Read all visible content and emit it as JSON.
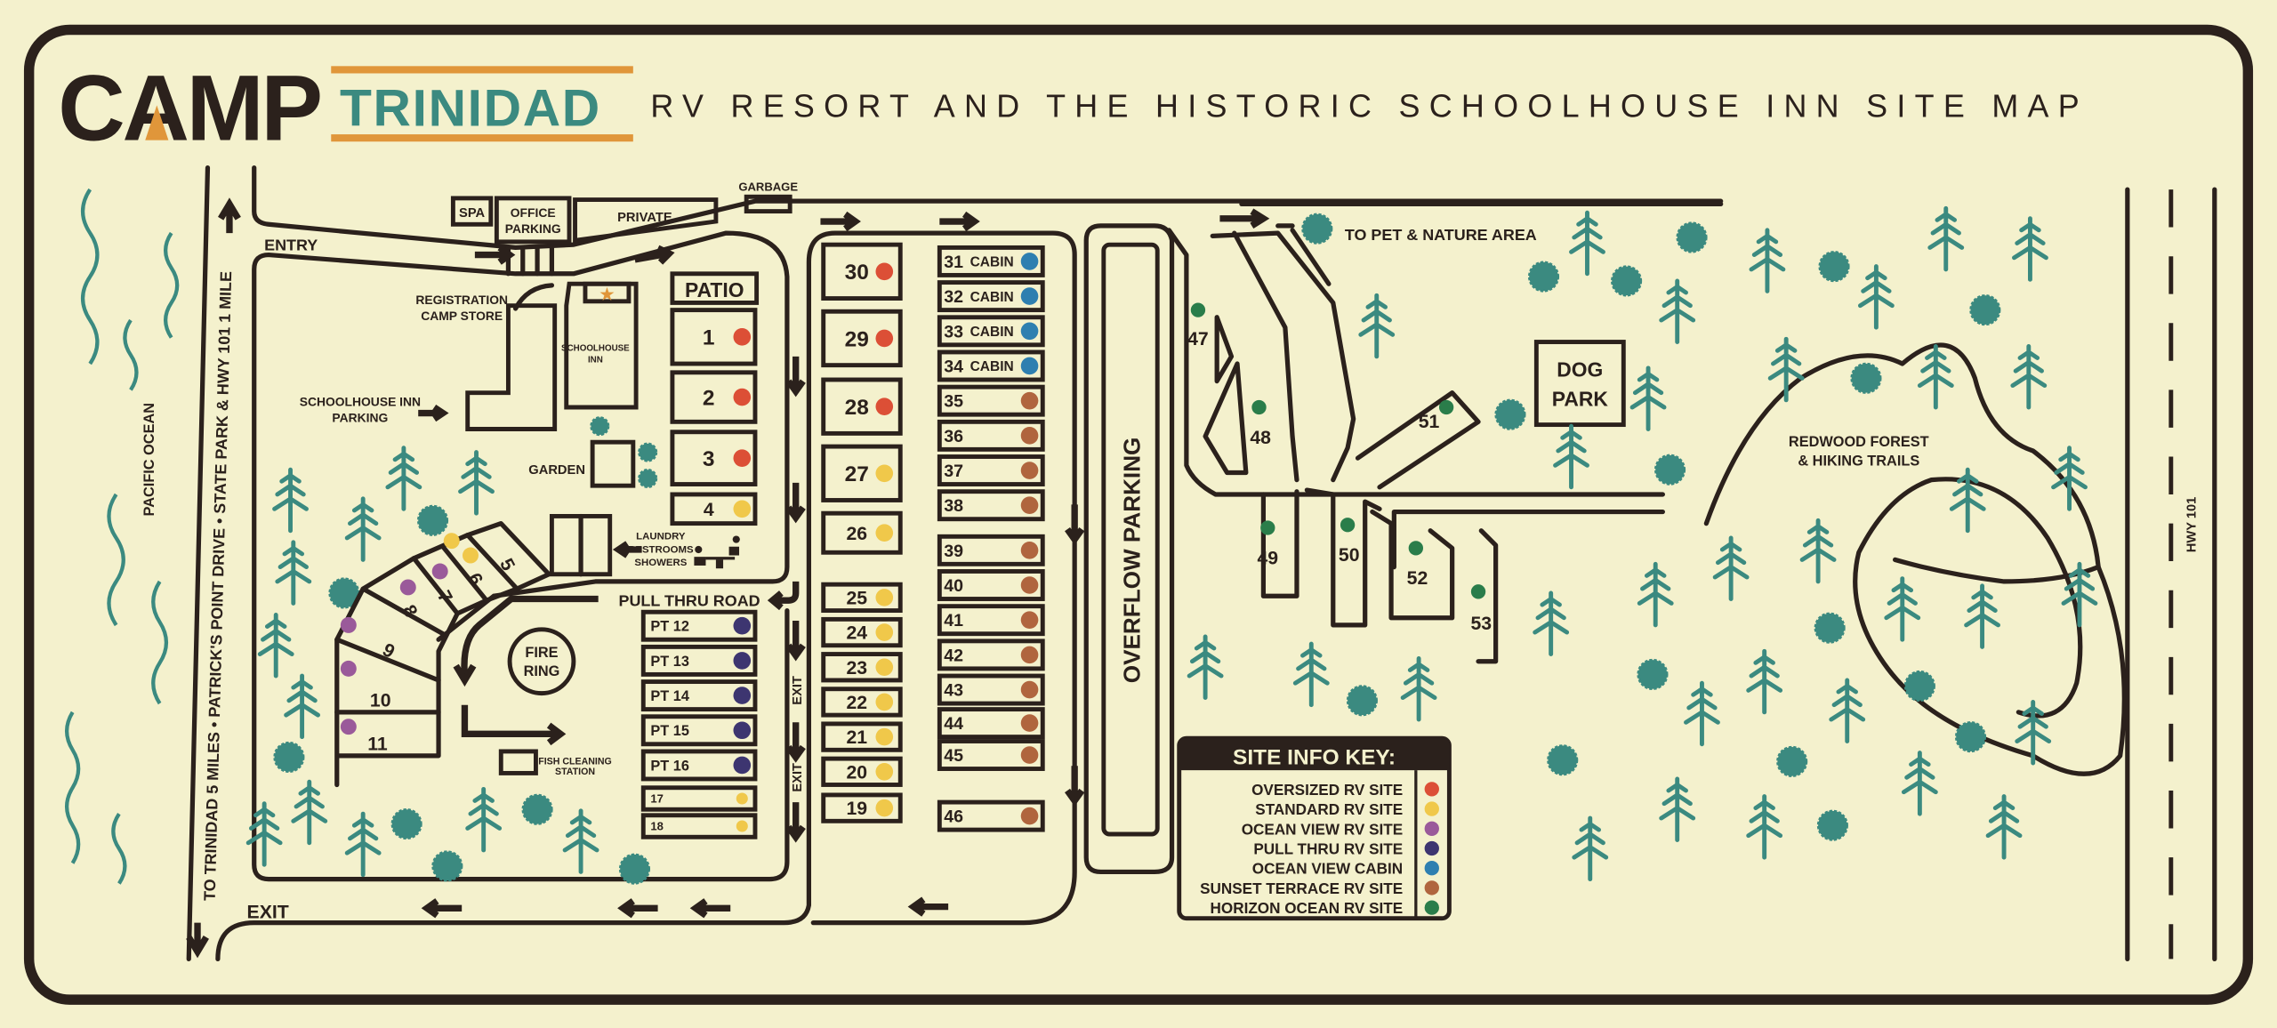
{
  "header": {
    "logo_camp": "CAMP",
    "logo_trinidad": "TRINIDAD",
    "subtitle": "RV RESORT AND THE HISTORIC SCHOOLHOUSE INN SITE MAP"
  },
  "labels": {
    "spa": "SPA",
    "office_parking_1": "OFFICE",
    "office_parking_2": "PARKING",
    "private": "PRIVATE",
    "garbage": "GARBAGE",
    "entry": "ENTRY",
    "exit": "EXIT",
    "registration_1": "REGISTRATION",
    "registration_2": "CAMP STORE",
    "schoolhouse_1": "SCHOOLHOUSE",
    "schoolhouse_2": "INN",
    "patio": "PATIO",
    "schoolhouse_parking_1": "SCHOOLHOUSE INN",
    "schoolhouse_parking_2": "PARKING",
    "garden": "GARDEN",
    "laundry_1": "LAUNDRY",
    "laundry_2": "RESTROOMS",
    "laundry_3": "SHOWERS",
    "pull_thru_road": "PULL THRU ROAD",
    "fire_ring_1": "FIRE",
    "fire_ring_2": "RING",
    "fish_1": "FISH CLEANING",
    "fish_2": "STATION",
    "exit_lane": "EXIT",
    "overflow_parking": "OVERFLOW PARKING",
    "pet_area": "TO PET & NATURE AREA",
    "dog_park_1": "DOG",
    "dog_park_2": "PARK",
    "redwood_1": "REDWOOD FOREST",
    "redwood_2": "& HIKING TRAILS",
    "hwy101": "HWY 101",
    "pacific": "PACIFIC OCEAN",
    "road": "TO TRINIDAD 5 MILES  •  PATRICK'S POINT DRIVE  •  STATE PARK & HWY 101 1 MILE",
    "cabin": "CABIN"
  },
  "legend": {
    "title": "SITE INFO KEY:",
    "items": [
      {
        "key": "oversized",
        "label": "OVERSIZED RV SITE",
        "color": "#dc4f36"
      },
      {
        "key": "standard",
        "label": "STANDARD RV SITE",
        "color": "#f0c84a"
      },
      {
        "key": "oceanview",
        "label": "OCEAN VIEW RV SITE",
        "color": "#9a5a9a"
      },
      {
        "key": "pullthru",
        "label": "PULL THRU RV SITE",
        "color": "#3d3570"
      },
      {
        "key": "cabin",
        "label": "OCEAN VIEW CABIN",
        "color": "#2e7fb0"
      },
      {
        "key": "sunset",
        "label": "SUNSET TERRACE RV SITE",
        "color": "#b0653e"
      },
      {
        "key": "horizon",
        "label": "HORIZON OCEAN RV SITE",
        "color": "#2a7d4a"
      }
    ]
  },
  "colors": {
    "background": "#f4f1cd",
    "ink": "#2b211c",
    "teal": "#3b8a80",
    "orange": "#e0963a"
  },
  "sites": [
    {
      "id": "1",
      "type": "oversized"
    },
    {
      "id": "2",
      "type": "oversized"
    },
    {
      "id": "3",
      "type": "oversized"
    },
    {
      "id": "4",
      "type": "standard"
    },
    {
      "id": "5",
      "type": "standard"
    },
    {
      "id": "6",
      "type": "standard"
    },
    {
      "id": "7",
      "type": "oceanview"
    },
    {
      "id": "8",
      "type": "oceanview"
    },
    {
      "id": "9",
      "type": "oceanview"
    },
    {
      "id": "10",
      "type": "oceanview"
    },
    {
      "id": "11",
      "type": "oceanview"
    },
    {
      "id": "PT 12",
      "type": "pullthru"
    },
    {
      "id": "PT 13",
      "type": "pullthru"
    },
    {
      "id": "PT 14",
      "type": "pullthru"
    },
    {
      "id": "PT 15",
      "type": "pullthru"
    },
    {
      "id": "PT 16",
      "type": "pullthru"
    },
    {
      "id": "17",
      "type": "standard"
    },
    {
      "id": "18",
      "type": "standard"
    },
    {
      "id": "19",
      "type": "standard"
    },
    {
      "id": "20",
      "type": "standard"
    },
    {
      "id": "21",
      "type": "standard"
    },
    {
      "id": "22",
      "type": "standard"
    },
    {
      "id": "23",
      "type": "standard"
    },
    {
      "id": "24",
      "type": "standard"
    },
    {
      "id": "25",
      "type": "standard"
    },
    {
      "id": "26",
      "type": "standard"
    },
    {
      "id": "27",
      "type": "standard"
    },
    {
      "id": "28",
      "type": "oversized"
    },
    {
      "id": "29",
      "type": "oversized"
    },
    {
      "id": "30",
      "type": "oversized"
    },
    {
      "id": "31",
      "type": "cabin"
    },
    {
      "id": "32",
      "type": "cabin"
    },
    {
      "id": "33",
      "type": "cabin"
    },
    {
      "id": "34",
      "type": "cabin"
    },
    {
      "id": "35",
      "type": "sunset"
    },
    {
      "id": "36",
      "type": "sunset"
    },
    {
      "id": "37",
      "type": "sunset"
    },
    {
      "id": "38",
      "type": "sunset"
    },
    {
      "id": "39",
      "type": "sunset"
    },
    {
      "id": "40",
      "type": "sunset"
    },
    {
      "id": "41",
      "type": "sunset"
    },
    {
      "id": "42",
      "type": "sunset"
    },
    {
      "id": "43",
      "type": "sunset"
    },
    {
      "id": "44",
      "type": "sunset"
    },
    {
      "id": "45",
      "type": "sunset"
    },
    {
      "id": "46",
      "type": "sunset"
    },
    {
      "id": "47",
      "type": "horizon"
    },
    {
      "id": "48",
      "type": "horizon"
    },
    {
      "id": "49",
      "type": "horizon"
    },
    {
      "id": "50",
      "type": "horizon"
    },
    {
      "id": "51",
      "type": "horizon"
    },
    {
      "id": "52",
      "type": "horizon"
    },
    {
      "id": "53",
      "type": "horizon"
    }
  ]
}
